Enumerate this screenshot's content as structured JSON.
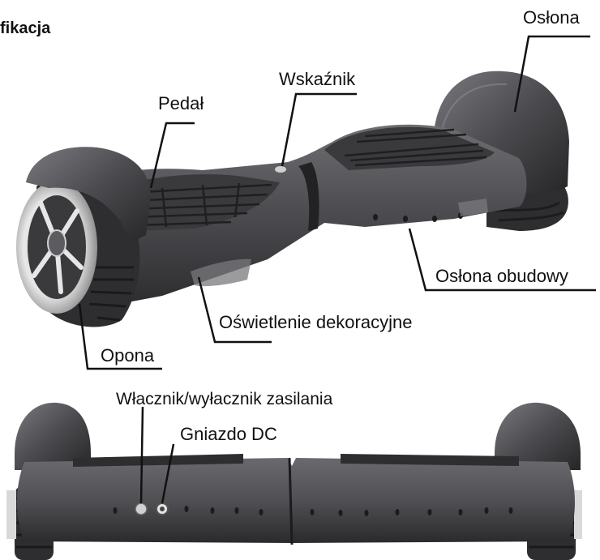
{
  "heading": "fikacja",
  "labels": {
    "cover": "Osłona",
    "indicator": "Wskaźnik",
    "pedal": "Pedał",
    "housing_cover": "Osłona obudowy",
    "decorative_lighting": "Oświetlenie dekoracyjne",
    "tire": "Opona",
    "power_switch": "Włacznik/wyłacznik zasilania",
    "dc_socket": "Gniazdo DC"
  },
  "colors": {
    "body": "#555558",
    "body_dark": "#2b2b2d",
    "tire": "#2e2e30",
    "rim": "#d9d9d9",
    "pad": "#3a3a3c",
    "leader_line": "#111111"
  }
}
